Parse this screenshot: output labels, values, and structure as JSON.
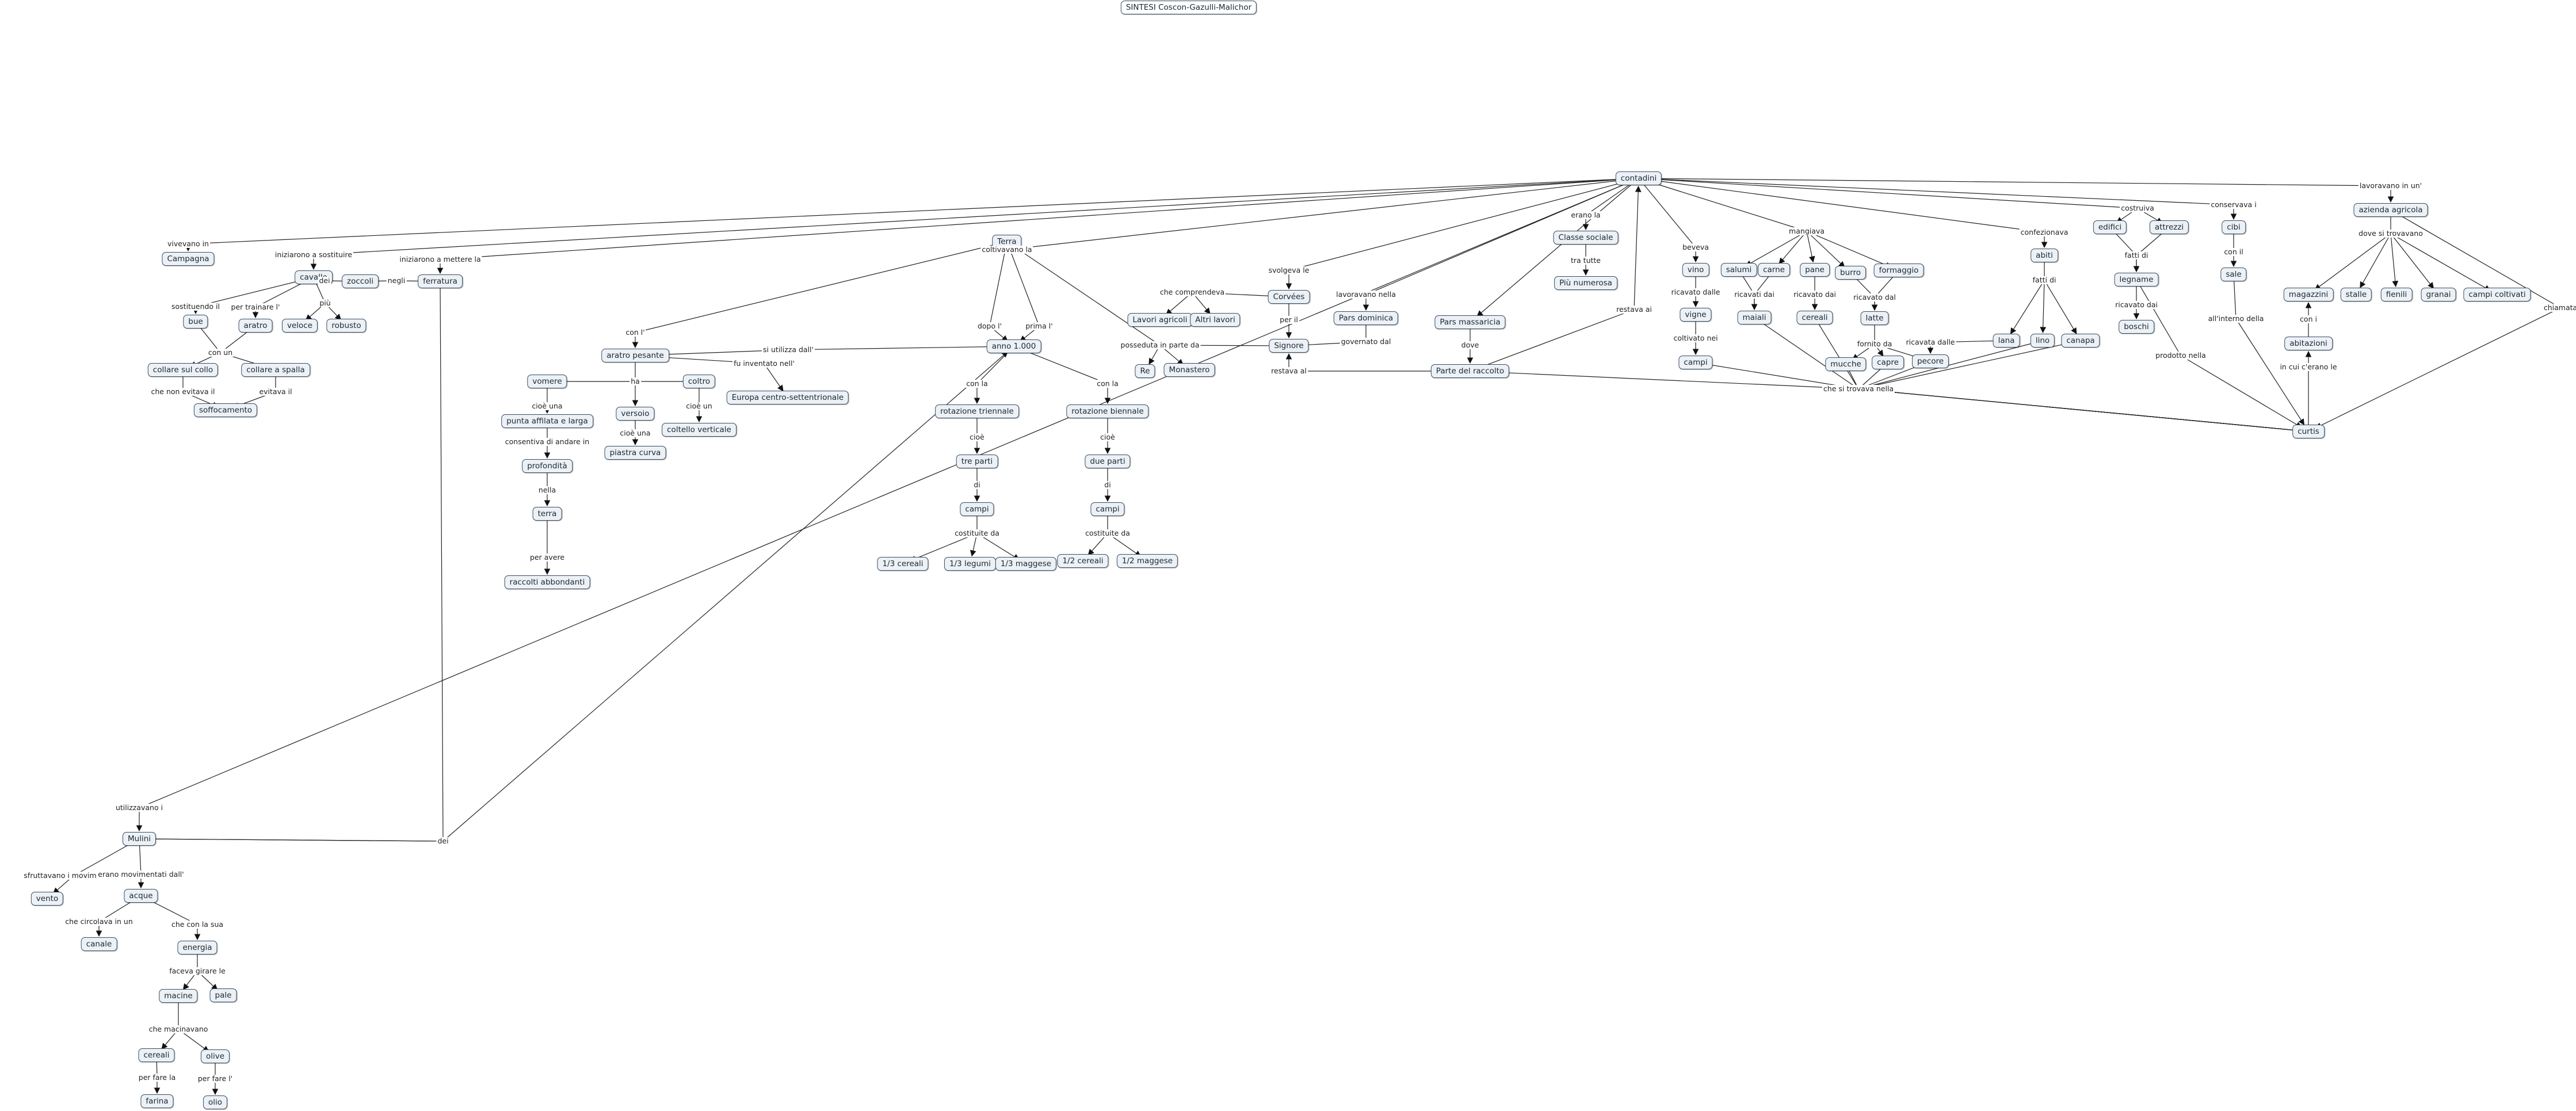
{
  "title": "SINTESI Coscon-Gazulli-Malichor",
  "nodes": {
    "title_box": "SINTESI Coscon-Gazulli-Malichor",
    "contadini": "contadini",
    "campagna": "Campagna",
    "cavallo": "cavallo",
    "zoccoli": "zoccoli",
    "ferratura": "ferratura",
    "bue": "bue",
    "aratro": "aratro",
    "veloce": "veloce",
    "robusto": "robusto",
    "collare_collo": "collare sul collo",
    "collare_spalla": "collare a spalla",
    "soffocamento": "soffocamento",
    "terra": "Terra",
    "aratro_pesante": "aratro pesante",
    "vomere": "vomere",
    "coltro": "coltro",
    "europa": "Europa centro-settentrionale",
    "punta_affilata": "punta affilata e larga",
    "versoio": "versoio",
    "coltello": "coltello verticale",
    "piastra": "piastra curva",
    "profondita": "profondità",
    "terra2": "terra",
    "raccolti": "raccolti abbondanti",
    "anno1000": "anno 1.000",
    "rot_triennale": "rotazione triennale",
    "rot_biennale": "rotazione biennale",
    "tre_parti": "tre parti",
    "due_parti": "due parti",
    "campi_a": "campi",
    "campi_b": "campi",
    "cereali_a": "1/3 cereali",
    "legumi": "1/3 legumi",
    "maggese_a": "1/3 maggese",
    "cereali_b": "1/2 cereali",
    "maggese_b": "1/2 maggese",
    "re": "Re",
    "monastero": "Monastero",
    "lavori_agricoli": "Lavori agricoli",
    "altri_lavori": "Altri lavori",
    "corvees": "Corvées",
    "signore": "Signore",
    "pars_dominica": "Pars dominica",
    "pars_massaricia": "Pars massaricia",
    "parte_raccolto": "Parte del raccolto",
    "classe_sociale": "Classe sociale",
    "piu_numerosa": "Più numerosa",
    "vino": "vino",
    "vigne": "vigne",
    "campi_c": "campi",
    "salumi": "salumi",
    "carne": "carne",
    "pane": "pane",
    "burro": "burro",
    "formaggio": "formaggio",
    "maiali": "maiali",
    "cereali_c": "cereali",
    "latte": "latte",
    "mucche": "mucche",
    "capre": "capre",
    "pecore": "pecore",
    "abiti": "abiti",
    "lana": "lana",
    "lino": "lino",
    "canapa": "canapa",
    "edifici": "edifici",
    "attrezzi": "attrezzi",
    "legname": "legname",
    "boschi": "boschi",
    "cibi": "cibi",
    "sale": "sale",
    "azienda": "azienda agricola",
    "magazzini": "magazzini",
    "stalle": "stalle",
    "fienili": "fienili",
    "granai": "granai",
    "campi_coltivati": "campi coltivati",
    "abitazioni": "abitazioni",
    "curtis": "curtis",
    "mulini": "Mulini",
    "vento": "vento",
    "acque": "acque",
    "canale": "canale",
    "energia": "energia",
    "macine": "macine",
    "pale": "pale",
    "cereali_d": "cereali",
    "olive": "olive",
    "farina": "farina",
    "olio": "olio"
  },
  "labels": {
    "vivevano_in": "vivevano in",
    "iniziarono_sostituire": "iniziarono a sostituire",
    "iniziarono_ferratura": "iniziarono a mettere la",
    "coltivavano_la": "coltivavano la",
    "svolgeva_le": "svolgeva le",
    "lavoravano_nella": "lavoravano nella",
    "erano_la": "erano la",
    "beveva": "beveva",
    "mangiava": "mangiava",
    "confezionava": "confezionava",
    "costruiva": "costruiva",
    "conservava_i": "conservava i",
    "lavoravano_in_un": "lavoravano in un'",
    "utilizzavano_i": "utilizzavano i",
    "dei": "dei",
    "negli": "negli",
    "sostituendo_il": "sostituendo il",
    "per_trainare": "per trainare l'",
    "piu": "più",
    "con_un": "con un",
    "che_non_evitava": "che non evitava il",
    "evitava_il": "evitava il",
    "con_l": "con l'",
    "si_utilizza_dal": "si utilizza dall'",
    "fu_inventato": "fu inventato nell'",
    "ha": "ha",
    "cioe_una_a": "cioè una",
    "cioe_una_b": "cioè una",
    "cioe_un": "cioè un",
    "consentiva": "consentiva di andare in",
    "nella": "nella",
    "per_avere": "per avere",
    "dopo_il": "dopo l'",
    "prima_il": "prima l'",
    "con_la_a": "con la",
    "con_la_b": "con la",
    "cioe_a": "cioè",
    "cioe_b": "cioè",
    "di_a": "di",
    "di_b": "di",
    "costituite_da_a": "costituite da",
    "costituite_da_b": "costituite da",
    "posseduta": "posseduta in parte da",
    "che_comprendeva": "che comprendeva",
    "per_il": "per il",
    "governato_dal": "governato dal",
    "dove": "dove",
    "restava_al": "restava al",
    "restava_ai": "restava ai",
    "tra_tutte": "tra tutte",
    "ricavato_dalle": "ricavato dalle",
    "coltivato_nei": "coltivato nei",
    "ricavati_dai": "ricavati dai",
    "ricavato_dai_a": "ricavato dai",
    "ricavato_dal": "ricavato dal",
    "fornito_da": "fornito da",
    "ricavata_dalle": "ricavata dalle",
    "fatti_di_a": "fatti di",
    "fatti_di_b": "fatti di",
    "ricavato_dai_b": "ricavato dai",
    "con_il": "con il",
    "dove_si_trovavano": "dove si trovavano",
    "chiamata": "chiamata",
    "all_interno": "all'interno della",
    "prodotto_nella": "prodotto nella",
    "con_i": "con i",
    "in_cui_cerano": "in cui c'erano le",
    "che_si_trovava": "che si trovava nella",
    "sfruttavano": "sfruttavano i movimenti del",
    "erano_movimentati": "erano movimentati dall'",
    "che_circolava": "che circolava in un",
    "che_con_la_sua": "che con la sua",
    "faceva_girare": "faceva girare le",
    "che_macinavano": "che macinavano",
    "per_fare_la": "per fare la",
    "per_fare_l": "per fare l'"
  },
  "colors": {
    "node_fill": "#ecf1f6",
    "node_border": "#3a4d62",
    "edge": "#222222"
  }
}
